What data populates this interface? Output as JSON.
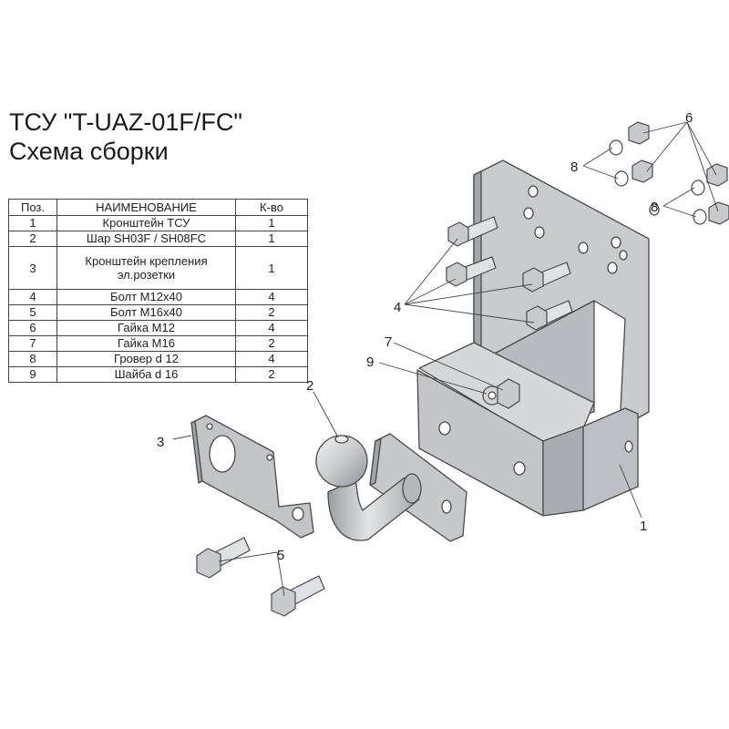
{
  "title": {
    "line1": "ТСУ \"T-UAZ-01F/FC\"",
    "line2": "Схема сборки"
  },
  "table": {
    "headers": [
      "Поз.",
      "НАИМЕНОВАНИЕ",
      "К-во"
    ],
    "rows": [
      {
        "pos": "1",
        "name": "Кронштейн ТСУ",
        "qty": "1"
      },
      {
        "pos": "2",
        "name": "Шар SH03F / SH08FC",
        "qty": "1"
      },
      {
        "pos": "3",
        "name": "Кронштейн крепления\nэл.розетки",
        "qty": "1"
      },
      {
        "pos": "4",
        "name": "Болт М12х40",
        "qty": "4"
      },
      {
        "pos": "5",
        "name": "Болт М16х40",
        "qty": "2"
      },
      {
        "pos": "6",
        "name": "Гайка М12",
        "qty": "4"
      },
      {
        "pos": "7",
        "name": "Гайка М16",
        "qty": "2"
      },
      {
        "pos": "8",
        "name": "Гровер d 12",
        "qty": "4"
      },
      {
        "pos": "9",
        "name": "Шайба d 16",
        "qty": "2"
      }
    ]
  },
  "callouts": {
    "c1": "1",
    "c2": "2",
    "c3": "3",
    "c4": "4",
    "c5": "5",
    "c6": "6",
    "c7": "7",
    "c8a": "8",
    "c8b": "8",
    "c9": "9"
  },
  "colors": {
    "metal": "#c9cbcf",
    "metal_dark": "#a4a7ac",
    "metal_light": "#e2e3e6",
    "outline": "#4a4a4a"
  }
}
